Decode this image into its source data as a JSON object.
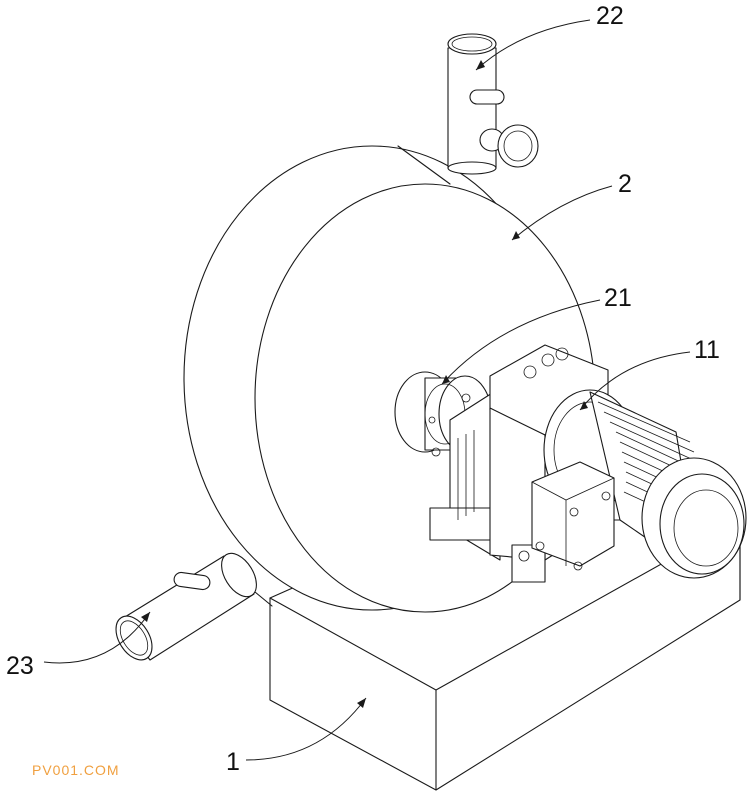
{
  "labels": {
    "base": "1",
    "housing": "2",
    "motor": "11",
    "shaft_flange": "21",
    "top_pipe": "22",
    "side_pipe": "23"
  },
  "watermark": "PV001.COM"
}
